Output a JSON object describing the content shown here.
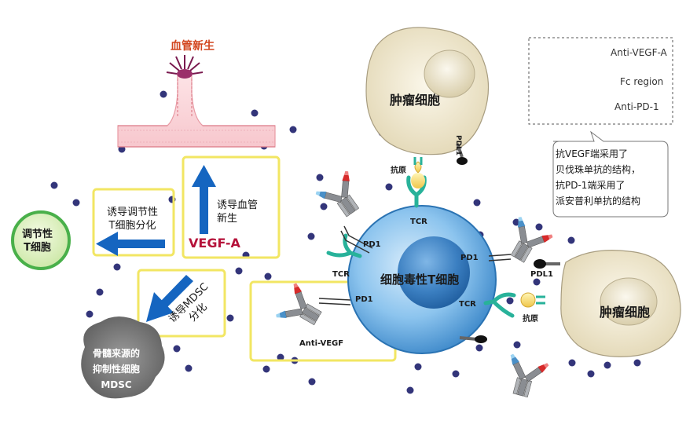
{
  "labels": {
    "angiogenesis": "血管新生",
    "tumor_cell_1": "肿瘤细胞",
    "tumor_cell_2": "肿瘤细胞",
    "t_reg": "调节性\nT细胞",
    "mdsc": "骨髓来源的\n抑制性细胞\nMDSC",
    "cytotoxic_t": "细胞毒性T细胞",
    "induce_vessel": "诱导血管\n新生",
    "induce_treg": "诱导调节性\nT细胞分化",
    "induce_mdsc": "诱导MDSC\n分化",
    "vegf_a": "VEGF-A",
    "antigen_1": "抗原",
    "antigen_2": "抗原",
    "tcr_top": "TCR",
    "tcr_left": "TCR",
    "tcr_right": "TCR",
    "pd1_top": "PD1",
    "pd1_right": "PD1",
    "pd1_anti": "PD1",
    "pdl1_top": "PDL1",
    "pdl1_right": "PDL1",
    "anti_vegf": "Anti-VEGF"
  },
  "legend": {
    "anti_vegf_a": "Anti-VEGF-A",
    "fc_region": "Fc region",
    "anti_pd1": "Anti-PD-1"
  },
  "note": "抗VEGF端采用了\n贝伐珠单抗的结构，\n抗PD-1端采用了\n派安普利单抗的结构",
  "colors": {
    "arrow_blue": "#1565c0",
    "vegf_red": "#b5123a",
    "angio_red": "#d2451e",
    "highlight_yellow": "#f2e663",
    "treg_green": "#49b04a",
    "tcell_blue": "#5aa4dc",
    "tumor_beige": "#ece3c7",
    "dot_navy": "#33357a",
    "antibody_gray": "#8a8d92",
    "anti_vegf_blue": "#4a90c8",
    "anti_pd1_red": "#d62a2a",
    "tcr_teal": "#28b29a"
  },
  "icons": [
    "y-antibody-icon",
    "bispecific-antibody-icon",
    "vegf-dot-icon"
  ]
}
